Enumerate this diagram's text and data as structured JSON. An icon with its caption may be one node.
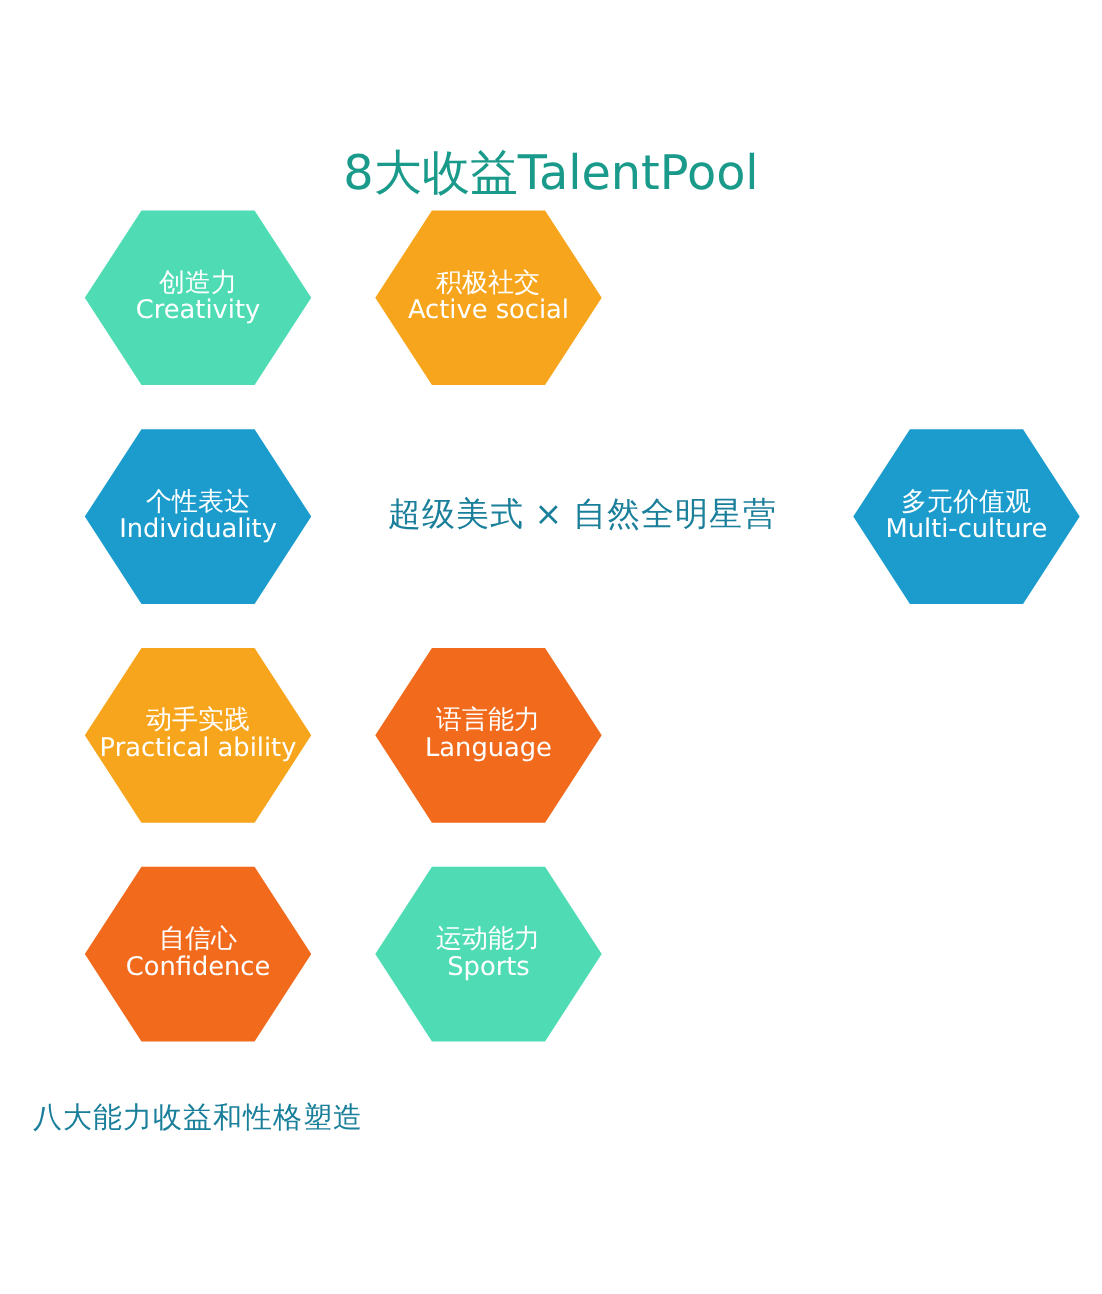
{
  "diagram": {
    "title": "8大收益TalentPool",
    "caption": "八大能力收益和性格塑造",
    "nodes": [
      {
        "text": [
          "创造力",
          "Creativity"
        ]
      },
      {
        "text": [
          "积极社交",
          "Active social"
        ]
      },
      {
        "text": [
          "个性表达",
          "Individuality"
        ]
      },
      {
        "text": [
          "多元价值观",
          "Multi-culture"
        ]
      },
      {
        "text": [
          "动手实践",
          "Practical ability"
        ]
      },
      {
        "text": [
          "语言能力",
          "Language"
        ]
      },
      {
        "text": [
          "自信心",
          "Confidence"
        ]
      },
      {
        "text": [
          "运动能力",
          "Sports"
        ]
      }
    ],
    "edges": [],
    "labels": [
      "超级美式 × 自然全明星营"
    ]
  }
}
